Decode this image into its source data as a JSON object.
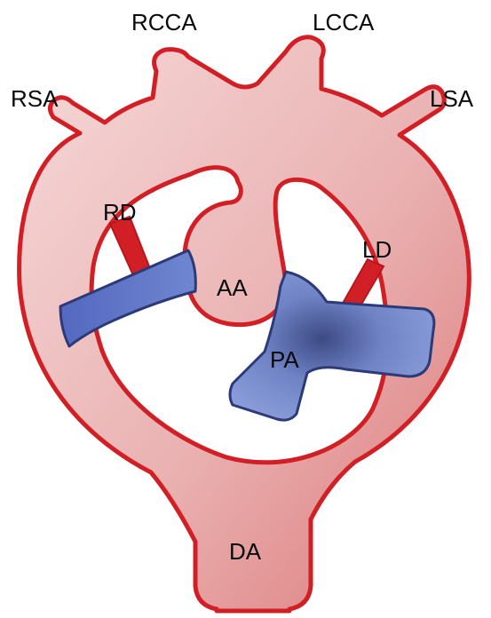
{
  "diagram": {
    "labels": {
      "rcca": "RCCA",
      "lcca": "LCCA",
      "rsa": "RSA",
      "lsa": "LSA",
      "rd": "RD",
      "ld": "LD",
      "aa": "AA",
      "pa": "PA",
      "da": "DA"
    },
    "colors": {
      "vessel_outline": "#d21f25",
      "vessel_fill_light": "#f2cccc",
      "vessel_fill_dark": "#dc7a7a",
      "pulmonary_fill": "#6b80c8",
      "pulmonary_outline": "#2d3a78",
      "duct": "#d21f25"
    }
  }
}
